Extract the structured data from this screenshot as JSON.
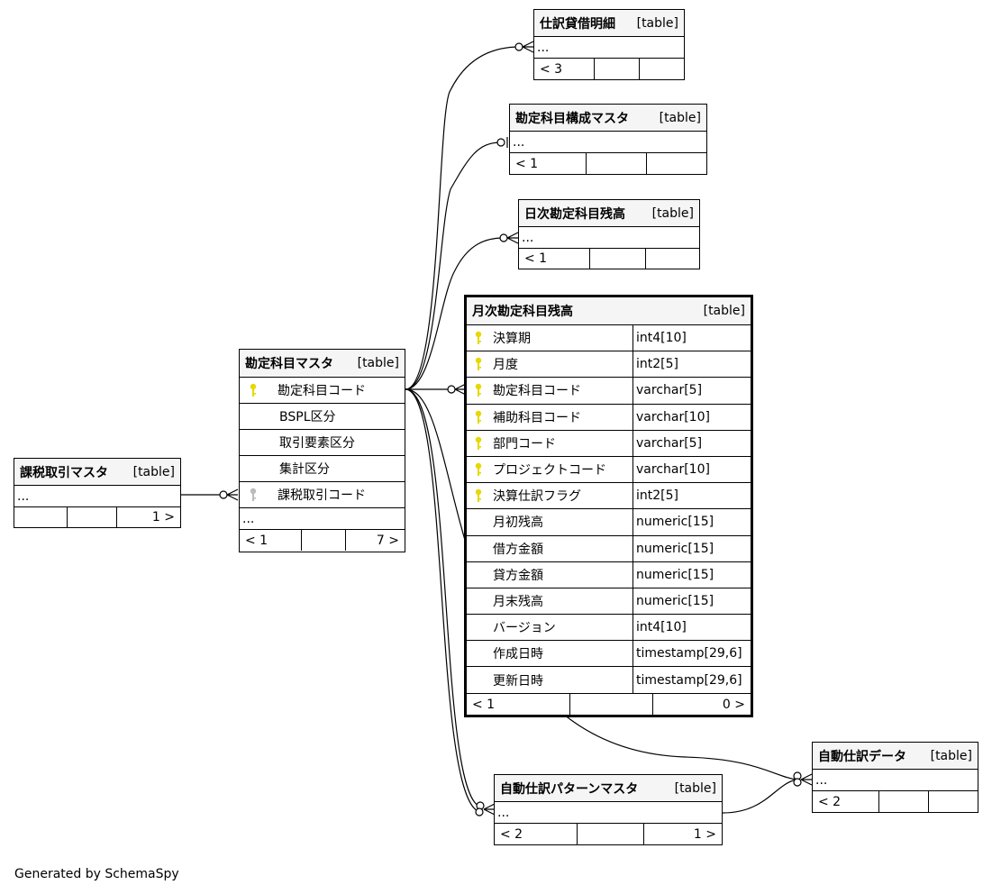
{
  "tables": {
    "shiwake_kashikari_meisai": {
      "name": "仕訳貸借明細",
      "type": "[table]",
      "ellipsis": "...",
      "footer": [
        "< 3",
        "",
        ""
      ]
    },
    "kanjo_kosei_master": {
      "name": "勘定科目構成マスタ",
      "type": "[table]",
      "ellipsis": "...",
      "footer": [
        "< 1",
        "",
        ""
      ]
    },
    "nichiji_zandaka": {
      "name": "日次勘定科目残高",
      "type": "[table]",
      "ellipsis": "...",
      "footer": [
        "< 1",
        "",
        ""
      ]
    },
    "kazei_torihiki_master": {
      "name": "課税取引マスタ",
      "type": "[table]",
      "ellipsis": "...",
      "footer": [
        "",
        "",
        "1 >"
      ]
    },
    "kanjo_master": {
      "name": "勘定科目マスタ",
      "type": "[table]",
      "columns": [
        "勘定科目コード",
        "BSPL区分",
        "取引要素区分",
        "集計区分",
        "課税取引コード"
      ],
      "ellipsis": "...",
      "footer": [
        "< 1",
        "",
        "7 >"
      ]
    },
    "getsuji_zandaka": {
      "name": "月次勘定科目残高",
      "type": "[table]",
      "columns": [
        {
          "name": "決算期",
          "type": "int4[10]"
        },
        {
          "name": "月度",
          "type": "int2[5]"
        },
        {
          "name": "勘定科目コード",
          "type": "varchar[5]"
        },
        {
          "name": "補助科目コード",
          "type": "varchar[10]"
        },
        {
          "name": "部門コード",
          "type": "varchar[5]"
        },
        {
          "name": "プロジェクトコード",
          "type": "varchar[10]"
        },
        {
          "name": "決算仕訳フラグ",
          "type": "int2[5]"
        },
        {
          "name": "月初残高",
          "type": "numeric[15]"
        },
        {
          "name": "借方金額",
          "type": "numeric[15]"
        },
        {
          "name": "貸方金額",
          "type": "numeric[15]"
        },
        {
          "name": "月末残高",
          "type": "numeric[15]"
        },
        {
          "name": "バージョン",
          "type": "int4[10]"
        },
        {
          "name": "作成日時",
          "type": "timestamp[29,6]"
        },
        {
          "name": "更新日時",
          "type": "timestamp[29,6]"
        }
      ],
      "footer": [
        "< 1",
        "",
        "0 >"
      ]
    },
    "jido_shiwake_data": {
      "name": "自動仕訳データ",
      "type": "[table]",
      "ellipsis": "...",
      "footer": [
        "< 2",
        "",
        ""
      ]
    },
    "jido_shiwake_pattern": {
      "name": "自動仕訳パターンマスタ",
      "type": "[table]",
      "ellipsis": "...",
      "footer": [
        "< 2",
        "",
        "1 >"
      ]
    }
  },
  "credit": "Generated by SchemaSpy",
  "colors": {
    "primary_key": "#e6d800",
    "foreign_key": "#bbbbbb",
    "line": "#000000",
    "header_bg": "#f5f5f5"
  }
}
